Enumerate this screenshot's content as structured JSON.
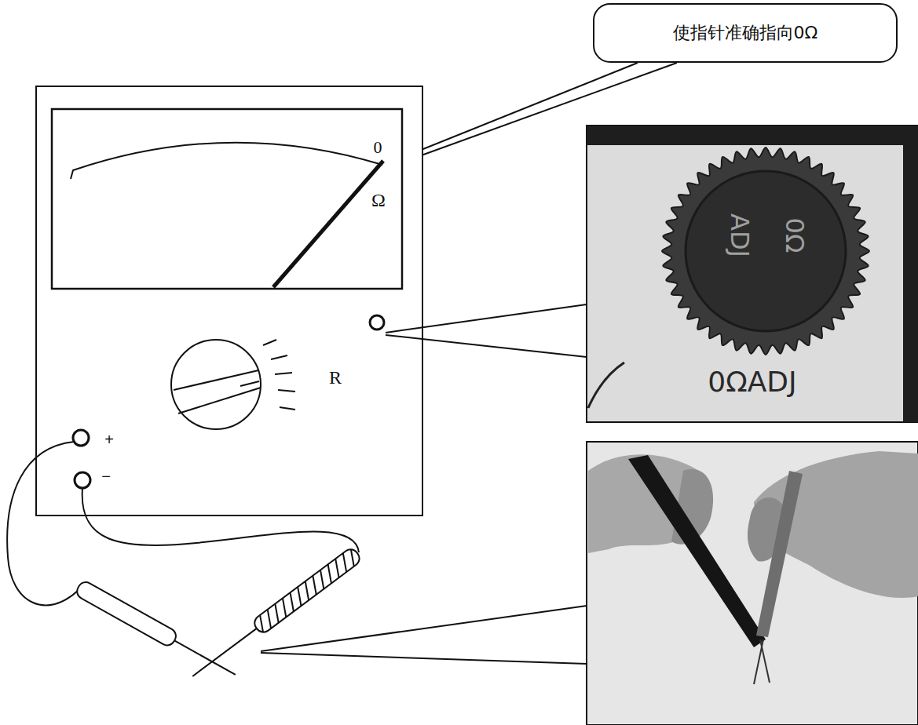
{
  "diagram": {
    "nodes": [
      {
        "text": [
          "使指针准确指向0Ω"
        ]
      }
    ],
    "labels": [
      "0",
      "Ω",
      "R",
      "+",
      "−",
      "0Ω",
      "ADJ",
      "0ΩADJ"
    ]
  }
}
